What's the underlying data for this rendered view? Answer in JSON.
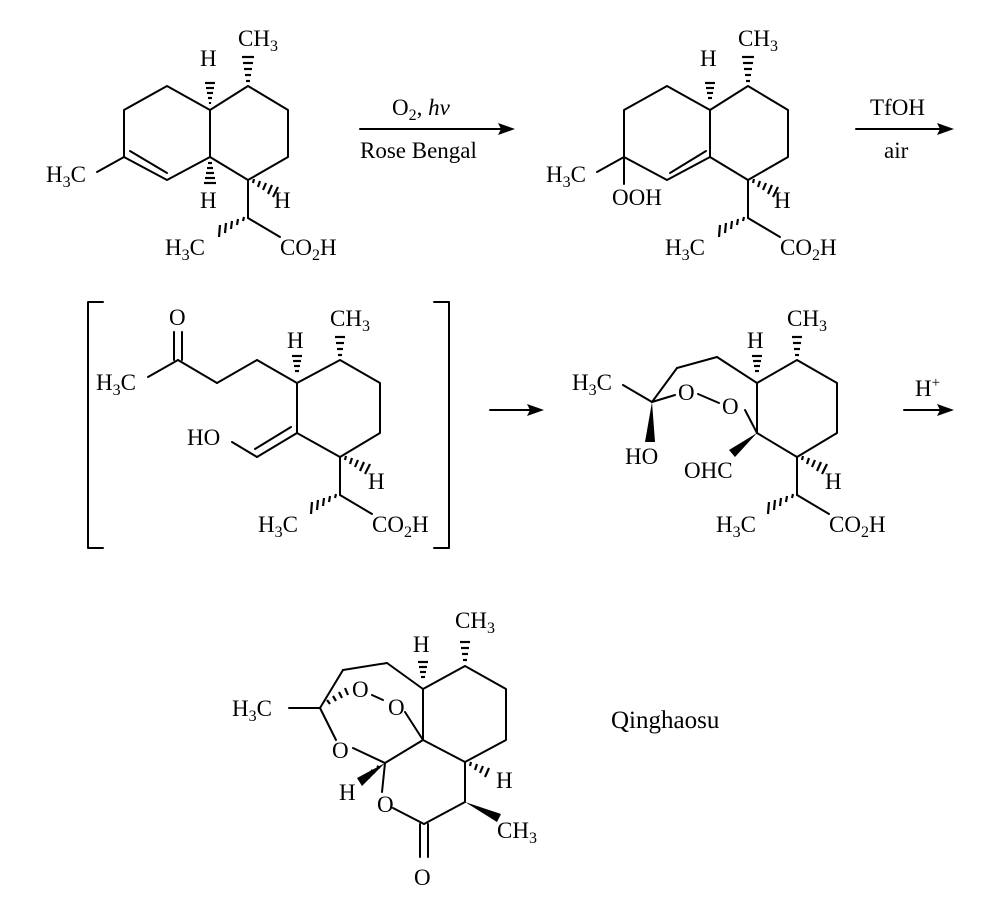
{
  "reactions": {
    "step1": {
      "above": "O",
      "above_sub": "2",
      "above_hv": "hν",
      "below": "Rose Bengal"
    },
    "step2": {
      "above": "TfOH",
      "below": "air"
    },
    "step4": {
      "above": "H",
      "above_sup": "+"
    }
  },
  "atoms": {
    "h": "H",
    "ch3": "CH",
    "h3c": "H",
    "c": "C",
    "co2h_a": "CO",
    "co2h_b": "H",
    "three": "3",
    "two": "2",
    "ooh": "OOH",
    "o": "O",
    "ho": "HO",
    "ohc": "OHC"
  },
  "product_name": "Qinghaosu"
}
